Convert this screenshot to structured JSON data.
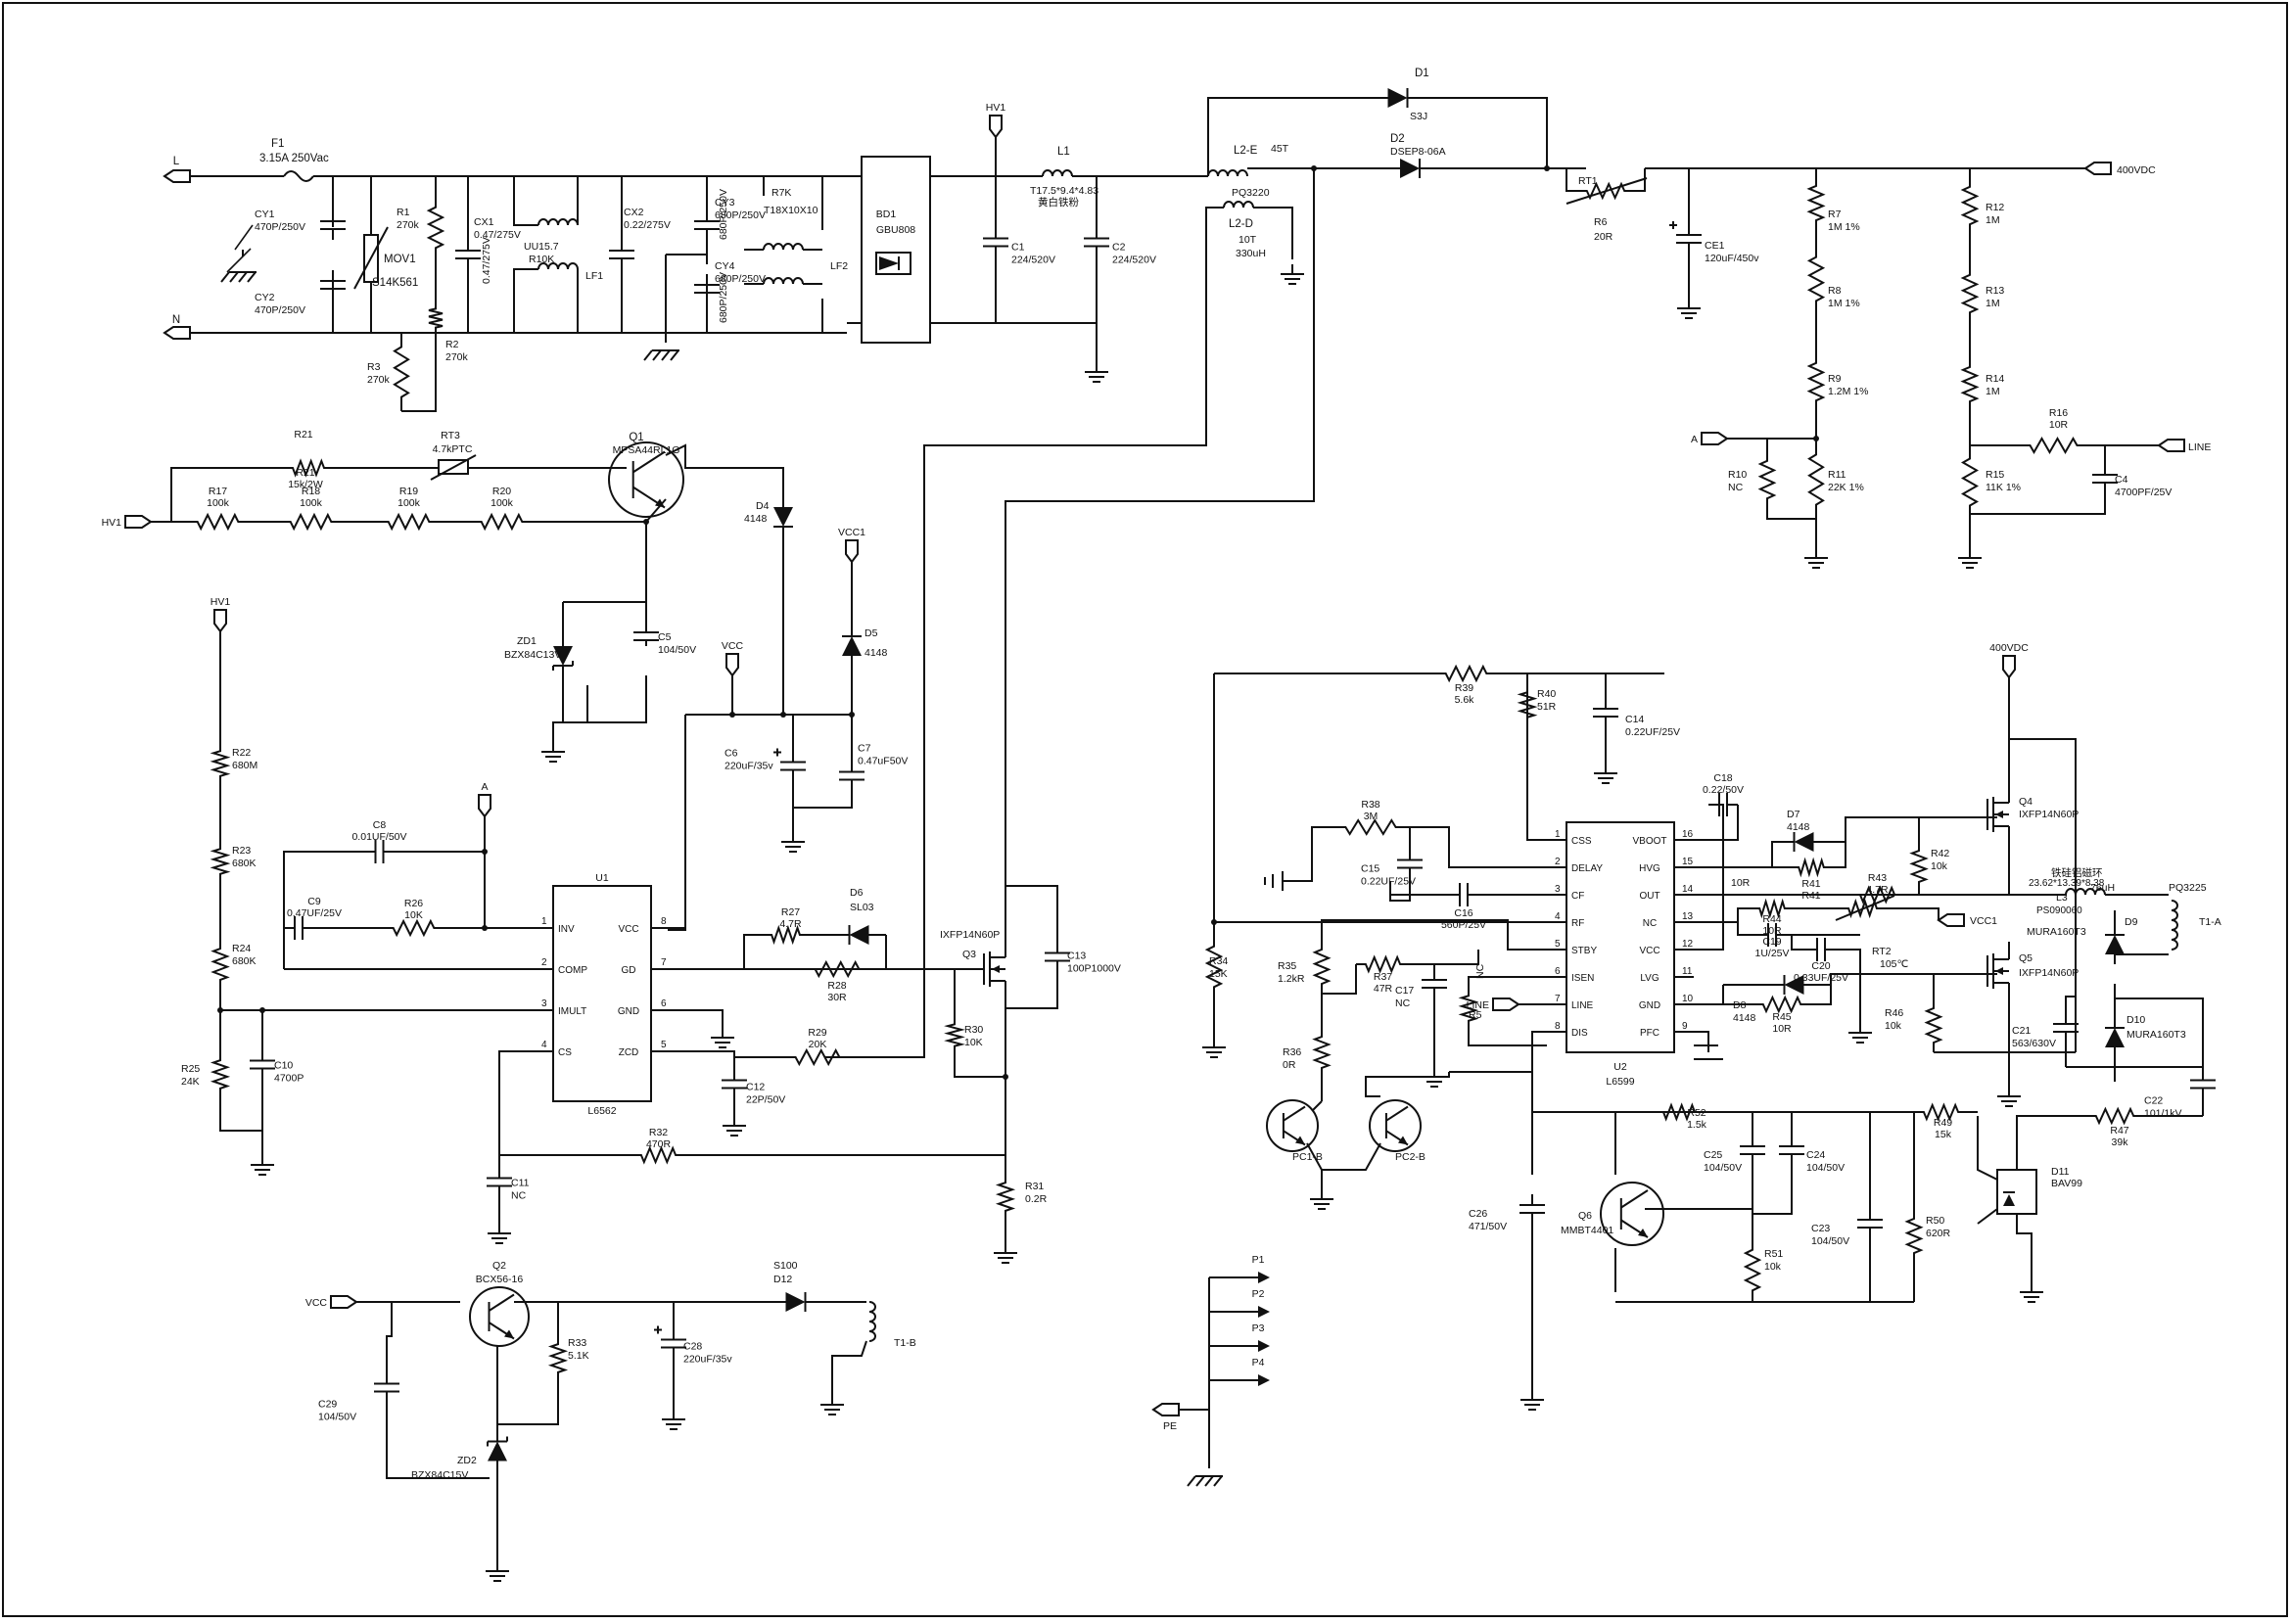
{
  "nets": {
    "L": "L",
    "N": "N",
    "HV1": "HV1",
    "VCC": "VCC",
    "VCC1": "VCC1",
    "A": "A",
    "LINE": "LINE",
    "400VDC": "400VDC",
    "PE": "PE",
    "P1": "P1",
    "P2": "P2",
    "P3": "P3",
    "P4": "P4"
  },
  "components": {
    "F1": {
      "ref": "F1",
      "value": "3.15A 250Vac"
    },
    "CY1": {
      "ref": "CY1",
      "value": "470P/250V"
    },
    "CY2": {
      "ref": "CY2",
      "value": "470P/250V"
    },
    "MOV1": {
      "ref": "MOV1",
      "value": "S14K561"
    },
    "R1": {
      "ref": "R1",
      "value": "270k"
    },
    "R2": {
      "ref": "R2",
      "value": "270k"
    },
    "R3": {
      "ref": "R3",
      "value": "270k"
    },
    "CX1": {
      "ref": "CX1",
      "value": "0.47/275V"
    },
    "LF1": {
      "ref": "LF1",
      "value": "UU15.7",
      "value2": "R10K"
    },
    "CX2": {
      "ref": "CX2",
      "value": "0.22/275V"
    },
    "CY3": {
      "ref": "CY3",
      "value": "680P/250V"
    },
    "CY4": {
      "ref": "CY4",
      "value": "680P/250V"
    },
    "LF2": {
      "ref": "LF2",
      "value": "R7K",
      "value2": "T18X10X10"
    },
    "BD1": {
      "ref": "BD1",
      "value": "GBU808"
    },
    "L1": {
      "ref": "L1",
      "value": "T17.5*9.4*4.83",
      "value2": "黄白铁粉"
    },
    "C1": {
      "ref": "C1",
      "value": "224/520V"
    },
    "C2": {
      "ref": "C2",
      "value": "224/520V"
    },
    "L2E": {
      "ref": "L2-E",
      "value": "45T",
      "value2": "PQ3220"
    },
    "L2D": {
      "ref": "L2-D",
      "value": "10T",
      "value2": "330uH"
    },
    "D1": {
      "ref": "D1",
      "value": "S3J"
    },
    "D2": {
      "ref": "D2",
      "value": "DSEP8-06A"
    },
    "RT1": {
      "ref": "RT1"
    },
    "R6": {
      "ref": "R6",
      "value": "20R"
    },
    "CE1": {
      "ref": "CE1",
      "value": "120uF/450v"
    },
    "R7": {
      "ref": "R7",
      "value": "1M  1%"
    },
    "R8": {
      "ref": "R8",
      "value": "1M 1%"
    },
    "R9": {
      "ref": "R9",
      "value": "1.2M  1%"
    },
    "R10": {
      "ref": "R10",
      "value": "NC"
    },
    "R11": {
      "ref": "R11",
      "value": "22K 1%"
    },
    "R12": {
      "ref": "R12",
      "value": "1M"
    },
    "R13": {
      "ref": "R13",
      "value": "1M"
    },
    "R14": {
      "ref": "R14",
      "value": "1M"
    },
    "R15": {
      "ref": "R15",
      "value": "11K 1%"
    },
    "R16": {
      "ref": "R16",
      "value": "10R"
    },
    "C4": {
      "ref": "C4",
      "value": "4700PF/25V"
    },
    "R21": {
      "ref": "R21",
      "value": "15k/2W"
    },
    "RT3": {
      "ref": "RT3",
      "value": "4.7kPTC"
    },
    "Q1": {
      "ref": "Q1",
      "value": "MPSA44RL1G"
    },
    "R17": {
      "ref": "R17",
      "value": "100k"
    },
    "R18": {
      "ref": "R18",
      "value": "100k"
    },
    "R19": {
      "ref": "R19",
      "value": "100k"
    },
    "R20": {
      "ref": "R20",
      "value": "100k"
    },
    "D4": {
      "ref": "D4",
      "value": "4148"
    },
    "D5": {
      "ref": "D5",
      "value": "4148"
    },
    "ZD1": {
      "ref": "ZD1",
      "value": "BZX84C13V"
    },
    "C5": {
      "ref": "C5",
      "value": "104/50V"
    },
    "C6": {
      "ref": "C6",
      "value": "220uF/35v"
    },
    "C7": {
      "ref": "C7",
      "value": "0.47uF50V"
    },
    "R22": {
      "ref": "R22",
      "value": "680M"
    },
    "R23": {
      "ref": "R23",
      "value": "680K"
    },
    "R24": {
      "ref": "R24",
      "value": "680K"
    },
    "R25": {
      "ref": "R25",
      "value": "24K"
    },
    "C10": {
      "ref": "C10",
      "value": "4700P"
    },
    "C8": {
      "ref": "C8",
      "value": "0.01UF/50V"
    },
    "C9": {
      "ref": "C9",
      "value": "0.47UF/25V"
    },
    "R26": {
      "ref": "R26",
      "value": "10K"
    },
    "U1": {
      "ref": "U1",
      "value": "L6562",
      "pins_left": [
        "INV",
        "COMP",
        "IMULT",
        "CS"
      ],
      "pins_right": [
        "VCC",
        "GD",
        "GND",
        "ZCD"
      ]
    },
    "R27": {
      "ref": "R27",
      "value": "4.7R"
    },
    "D6": {
      "ref": "D6",
      "value": "SL03"
    },
    "R28": {
      "ref": "R28",
      "value": "30R"
    },
    "R29": {
      "ref": "R29",
      "value": "20K"
    },
    "C12": {
      "ref": "C12",
      "value": "22P/50V"
    },
    "R32": {
      "ref": "R32",
      "value": "470R"
    },
    "C11": {
      "ref": "C11",
      "value": "NC"
    },
    "Q3": {
      "ref": "Q3",
      "value": "IXFP14N60P"
    },
    "C13": {
      "ref": "C13",
      "value": "100P1000V"
    },
    "R30": {
      "ref": "R30",
      "value": "10K"
    },
    "R31": {
      "ref": "R31",
      "value": "0.2R"
    },
    "Q2": {
      "ref": "Q2",
      "value": "BCX56-16"
    },
    "C29": {
      "ref": "C29",
      "value": "104/50V"
    },
    "R33": {
      "ref": "R33",
      "value": "5.1K"
    },
    "ZD2": {
      "ref": "ZD2",
      "value": "BZX84C15V"
    },
    "C28": {
      "ref": "C28",
      "value": "220uF/35v"
    },
    "D12": {
      "ref": "D12",
      "value": "S100"
    },
    "T1B": {
      "ref": "T1-B"
    },
    "R39": {
      "ref": "R39",
      "value": "5.6k"
    },
    "R40": {
      "ref": "R40",
      "value": "51R"
    },
    "C14": {
      "ref": "C14",
      "value": "0.22UF/25V"
    },
    "R38": {
      "ref": "R38",
      "value": "3M"
    },
    "C15": {
      "ref": "C15",
      "value": "0.22UF/25V"
    },
    "C16": {
      "ref": "C16",
      "value": "560P/25V"
    },
    "R34": {
      "ref": "R34",
      "value": "15K"
    },
    "R35": {
      "ref": "R35",
      "value": "1.2kR"
    },
    "R37": {
      "ref": "R37",
      "value": "47R"
    },
    "C17": {
      "ref": "C17",
      "value": "NC"
    },
    "R5": {
      "ref": "R5",
      "value": "NC"
    },
    "R36": {
      "ref": "R36",
      "value": "0R"
    },
    "PC1B": {
      "ref": "PC1-B"
    },
    "PC2B": {
      "ref": "PC2-B"
    },
    "U2": {
      "ref": "U2",
      "value": "L6599",
      "pins_left": [
        "CSS",
        "DELAY",
        "CF",
        "RF",
        "STBY",
        "ISEN",
        "LINE",
        "DIS"
      ],
      "pins_right": [
        "VBOOT",
        "HVG",
        "OUT",
        "NC",
        "VCC",
        "LVG",
        "GND",
        "PFC"
      ]
    },
    "C18": {
      "ref": "C18",
      "value": "0.22/50V"
    },
    "D7": {
      "ref": "D7",
      "value": "4148"
    },
    "R41": {
      "ref": "R41",
      "value": "R41"
    },
    "R41v": {
      "ref": "10R"
    },
    "R42": {
      "ref": "R42",
      "value": "10k"
    },
    "Q4": {
      "ref": "Q4",
      "value": "IXFP14N60P"
    },
    "R43": {
      "ref": "R43",
      "value": "4.7R"
    },
    "RT2": {
      "ref": "RT2",
      "value": "105℃"
    },
    "R44": {
      "ref": "R44",
      "value": "10R"
    },
    "C19": {
      "ref": "C19",
      "value": "1U/25V"
    },
    "C20": {
      "ref": "C20",
      "value": "0.33UF/25V"
    },
    "D8": {
      "ref": "D8",
      "value": "4148"
    },
    "R45": {
      "ref": "R45",
      "value": "10R"
    },
    "R46": {
      "ref": "R46",
      "value": "10k"
    },
    "Q5": {
      "ref": "Q5",
      "value": "IXFP14N60P"
    },
    "L3": {
      "ref": "L3",
      "value": "76uH",
      "value2": "铁硅铝磁环",
      "value3": "23.62*13.39*8.38",
      "value4": "PS090060"
    },
    "C21": {
      "ref": "C21",
      "value": "563/630V"
    },
    "D9": {
      "ref": "D9",
      "value": "MURA160T3"
    },
    "D10": {
      "ref": "D10",
      "value": "MURA160T3"
    },
    "T1A": {
      "ref": "T1-A",
      "value": "PQ3225"
    },
    "C22": {
      "ref": "C22",
      "value": "101/1kV"
    },
    "R47": {
      "ref": "R47",
      "value": "39k"
    },
    "D11": {
      "ref": "D11",
      "value": "BAV99"
    },
    "R49": {
      "ref": "R49",
      "value": "15k"
    },
    "R52": {
      "ref": "R52",
      "value": "1.5k"
    },
    "C25": {
      "ref": "C25",
      "value": "104/50V"
    },
    "C24": {
      "ref": "C24",
      "value": "104/50V"
    },
    "C26": {
      "ref": "C26",
      "value": "471/50V"
    },
    "Q6": {
      "ref": "Q6",
      "value": "MMBT4401"
    },
    "R51": {
      "ref": "R51",
      "value": "10k"
    },
    "C23": {
      "ref": "C23",
      "value": "104/50V"
    },
    "R50": {
      "ref": "R50",
      "value": "620R"
    }
  }
}
